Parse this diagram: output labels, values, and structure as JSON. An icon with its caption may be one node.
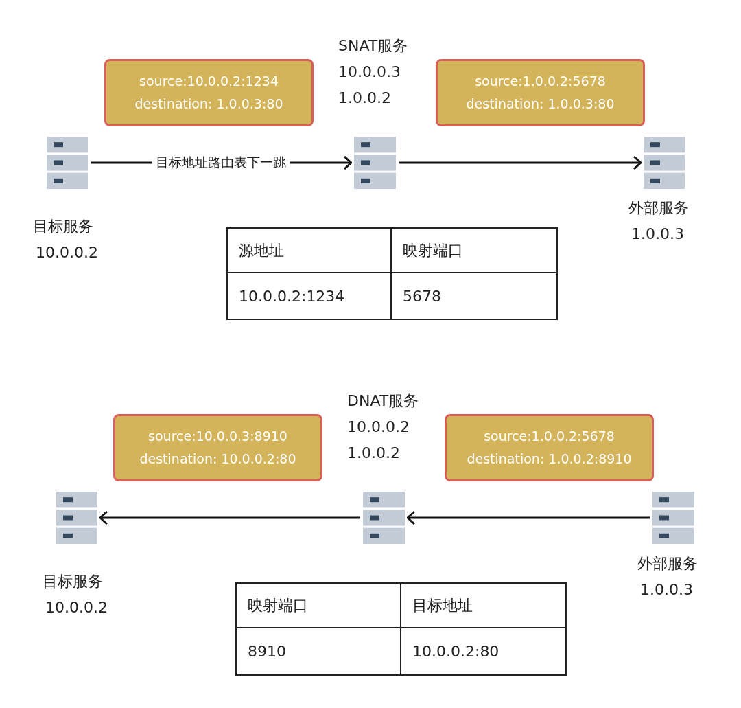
{
  "diagram": {
    "nodes": [
      {
        "text": [],
        "shape": "server",
        "beside": [
          "目标服务",
          "10.0.0.2"
        ]
      },
      {
        "text": [],
        "shape": "server",
        "beside": [
          "SNAT服务",
          "10.0.0.3",
          "1.0.0.2"
        ]
      },
      {
        "text": [],
        "shape": "server",
        "beside": [
          "外部服务",
          "1.0.0.3"
        ]
      },
      {
        "text": [
          "source:10.0.0.2:1234",
          "destination: 1.0.0.3:80"
        ]
      },
      {
        "text": [
          "source:1.0.0.2:5678",
          "destination: 1.0.0.3:80"
        ]
      },
      {
        "text": [],
        "shape": "server",
        "beside": [
          "目标服务",
          "10.0.0.2"
        ]
      },
      {
        "text": [],
        "shape": "server",
        "beside": [
          "DNAT服务",
          "10.0.0.2",
          "1.0.0.2"
        ]
      },
      {
        "text": [],
        "shape": "server",
        "beside": [
          "外部服务",
          "1.0.0.3"
        ]
      },
      {
        "text": [
          "source:10.0.0.3:8910",
          "destination: 10.0.0.2:80"
        ]
      },
      {
        "text": [
          "source:1.0.0.2:5678",
          "destination: 1.0.0.2:8910"
        ]
      }
    ],
    "edges": [
      {
        "from": 0,
        "to": 1,
        "arrow": "to",
        "label": "目标地址路由表下一跳"
      },
      {
        "from": 1,
        "to": 2,
        "arrow": "to"
      },
      {
        "from": 7,
        "to": 6,
        "arrow": "to"
      },
      {
        "from": 6,
        "to": 5,
        "arrow": "to"
      }
    ],
    "labels": [
      "源地址",
      "映射端口",
      "10.0.0.2:1234",
      "5678",
      "映射端口",
      "目标地址",
      "8910",
      "10.0.0.2:80"
    ]
  }
}
